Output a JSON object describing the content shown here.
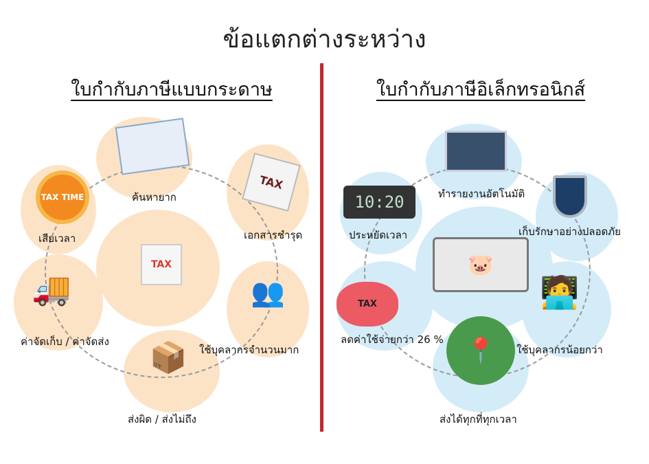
{
  "title": "ข้อแตกต่างระหว่าง",
  "left": {
    "heading": "ใบกำกับภาษีแบบกระดาษ",
    "items": [
      "ค้นหายาก",
      "เอกสารชำรุด",
      "ใช้บุคลากรจำนวนมาก",
      "ส่งผิด / ส่งไม่ถึง",
      "ค่าจัดเก็บ / ค่าจัดส่ง",
      "เสียเวลา"
    ],
    "clock_text": "TAX TIME",
    "center_text": "TAX",
    "doc_text": "TAX"
  },
  "right": {
    "heading": "ใบกำกับภาษีอิเล็กทรอนิกส์",
    "items": [
      "ทำรายงานอัตโนมัติ",
      "เก็บรักษาอย่างปลอดภัย",
      "ใช้บุคลากรน้อยกว่า",
      "ส่งได้ทุกที่ทุกเวลา",
      "ลดค่าใช้จ่ายกว่า 26 %",
      "ประหยัดเวลา"
    ],
    "clock_display": "10:20",
    "piggy_text": "TAX"
  },
  "colors": {
    "divider": "#c0282d",
    "left_bg": "#fde3c6",
    "right_bg": "#d4ecf8"
  }
}
